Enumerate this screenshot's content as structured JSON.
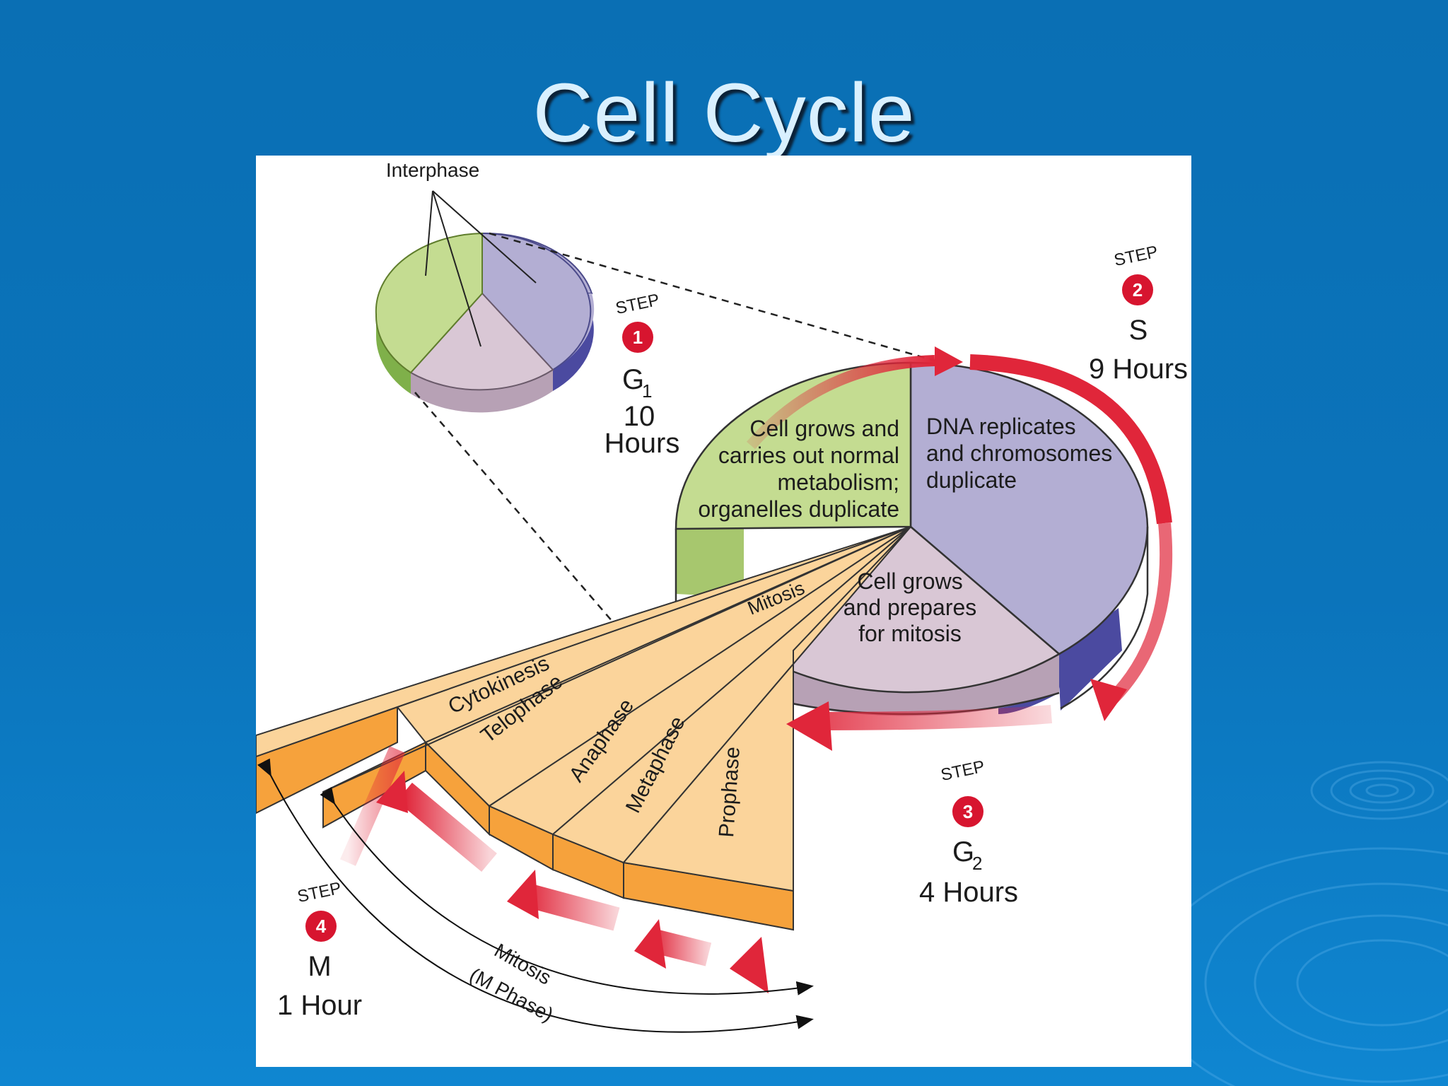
{
  "slide": {
    "title": "Cell Cycle"
  },
  "diagram": {
    "interphase_label": "Interphase",
    "step_word": "STEP",
    "steps": [
      {
        "number": "1",
        "phase": "G",
        "subscript": "1",
        "duration_line1": "10",
        "duration_line2": "Hours"
      },
      {
        "number": "2",
        "phase": "S",
        "duration": "9 Hours"
      },
      {
        "number": "3",
        "phase": "G",
        "subscript": "2",
        "duration": "4 Hours"
      },
      {
        "number": "4",
        "phase": "M",
        "duration": "1 Hour"
      }
    ],
    "g1_description": [
      "Cell grows and",
      "carries out normal",
      "metabolism;",
      "organelles duplicate"
    ],
    "s_description": [
      "DNA replicates",
      "and chromosomes",
      "duplicate"
    ],
    "g2_description": [
      "Cell grows",
      "and prepares",
      "for mitosis"
    ],
    "mitosis_wedge_label": "Mitosis",
    "mitosis_stages": [
      "Cytokinesis",
      "Telophase",
      "Anaphase",
      "Metaphase",
      "Prophase"
    ],
    "m_phase_arc_label_1": "Mitosis",
    "m_phase_arc_label_2": "(M Phase)"
  },
  "colors": {
    "background": "#0b72b8",
    "title_text": "#d9f0ff",
    "g1_green": "#c4dc91",
    "s_purple": "#b3aed3",
    "g2_mauve": "#d9c7d5",
    "mitosis_orange": "#fbd49b",
    "step_red": "#d7152f",
    "arrow_red": "#e0263a"
  }
}
